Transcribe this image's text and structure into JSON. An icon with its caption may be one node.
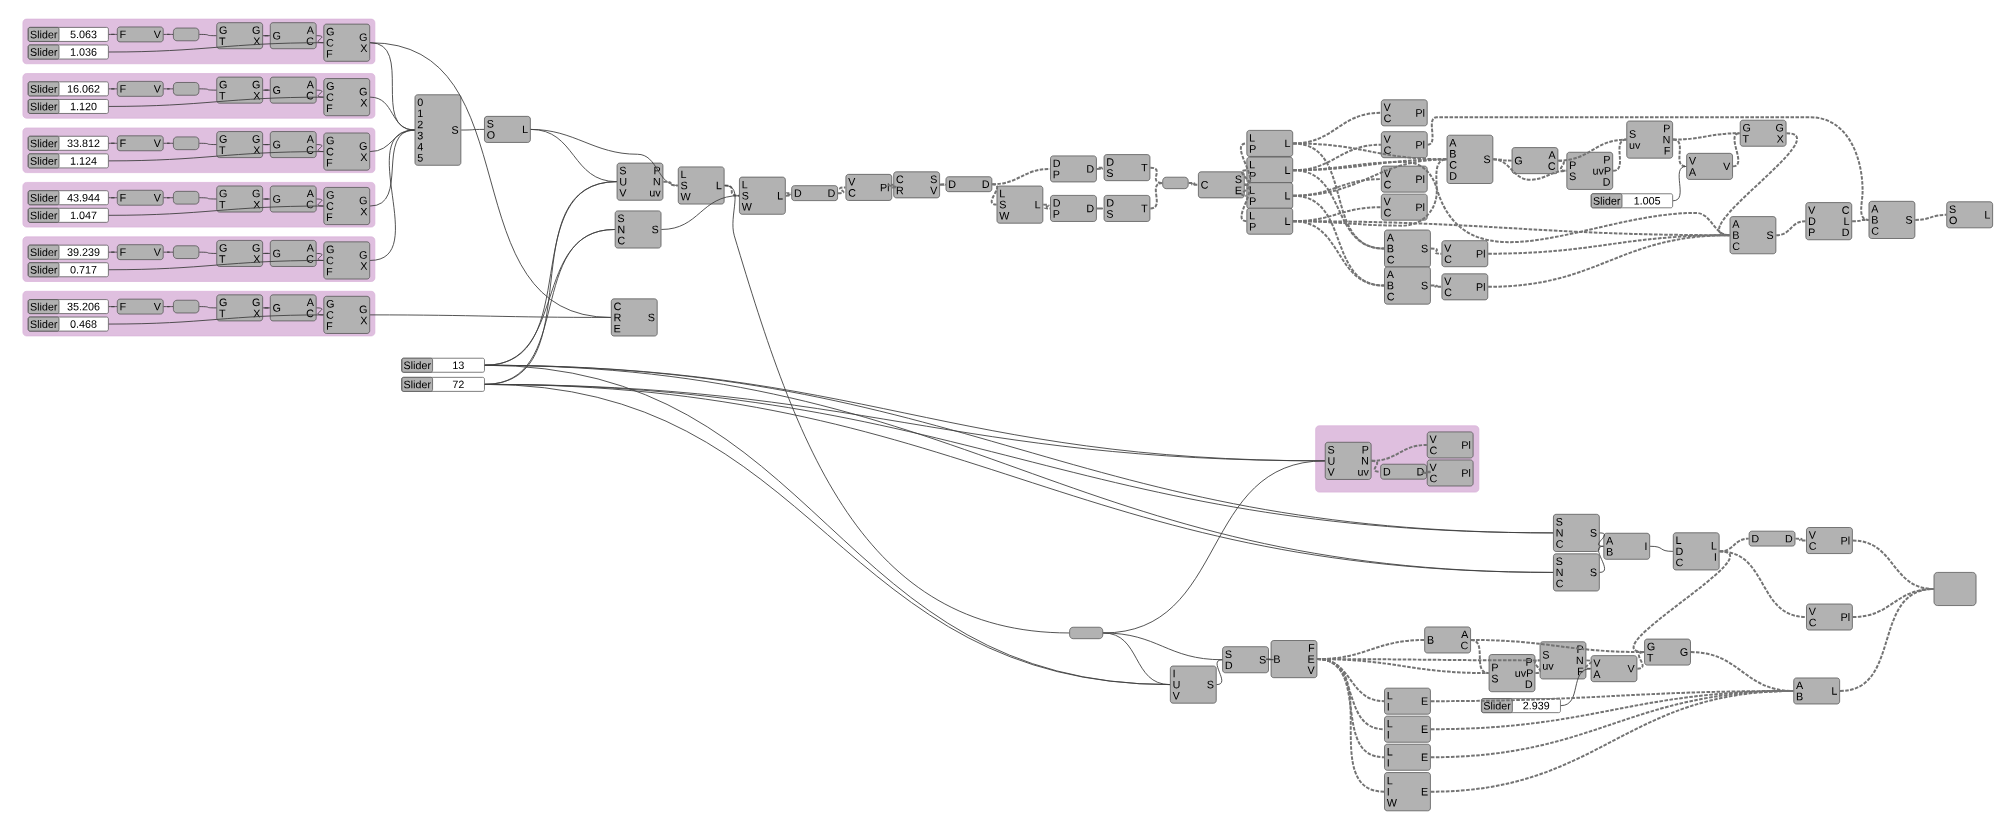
{
  "diagram": {
    "nodes": [
      {
        "text": [],
        "shape": "box"
      },
      {
        "text": [
          "Slider",
          "5.063"
        ],
        "in": 0
      },
      {
        "text": [
          "Slider",
          "1.036"
        ],
        "in": 0
      },
      {
        "text": [
          "F",
          "V"
        ],
        "in": 0
      },
      {
        "text": [],
        "shape": "box",
        "in": 0
      },
      {
        "text": [
          "G T",
          "G X"
        ],
        "in": 0
      },
      {
        "text": [
          "G",
          "A C"
        ],
        "in": 0
      },
      {
        "text": [
          "G C F",
          "G X"
        ],
        "in": 0
      },
      {
        "text": [],
        "shape": "box"
      },
      {
        "text": [
          "Slider",
          "16.062"
        ],
        "in": 8
      },
      {
        "text": [
          "Slider",
          "1.120"
        ],
        "in": 8
      },
      {
        "text": [
          "F",
          "V"
        ],
        "in": 8
      },
      {
        "text": [],
        "shape": "box",
        "in": 8
      },
      {
        "text": [
          "G T",
          "G X"
        ],
        "in": 8
      },
      {
        "text": [
          "G",
          "A C"
        ],
        "in": 8
      },
      {
        "text": [
          "G C F",
          "G X"
        ],
        "in": 8
      },
      {
        "text": [],
        "shape": "box"
      },
      {
        "text": [
          "Slider",
          "33.812"
        ],
        "in": 16
      },
      {
        "text": [
          "Slider",
          "1.124"
        ],
        "in": 16
      },
      {
        "text": [
          "F",
          "V"
        ],
        "in": 16
      },
      {
        "text": [],
        "shape": "box",
        "in": 16
      },
      {
        "text": [
          "G T",
          "G X"
        ],
        "in": 16
      },
      {
        "text": [
          "G",
          "A C"
        ],
        "in": 16
      },
      {
        "text": [
          "G C F",
          "G X"
        ],
        "in": 16
      },
      {
        "text": [],
        "shape": "box"
      },
      {
        "text": [
          "Slider",
          "43.944"
        ],
        "in": 24
      },
      {
        "text": [
          "Slider",
          "1.047"
        ],
        "in": 24
      },
      {
        "text": [
          "F",
          "V"
        ],
        "in": 24
      },
      {
        "text": [],
        "shape": "box",
        "in": 24
      },
      {
        "text": [
          "G T",
          "G X"
        ],
        "in": 24
      },
      {
        "text": [
          "G",
          "A C"
        ],
        "in": 24
      },
      {
        "text": [
          "G C F",
          "G X"
        ],
        "in": 24
      },
      {
        "text": [],
        "shape": "box"
      },
      {
        "text": [
          "Slider",
          "39.239"
        ],
        "in": 32
      },
      {
        "text": [
          "Slider",
          "0.717"
        ],
        "in": 32
      },
      {
        "text": [
          "F",
          "V"
        ],
        "in": 32
      },
      {
        "text": [],
        "shape": "box",
        "in": 32
      },
      {
        "text": [
          "G T",
          "G X"
        ],
        "in": 32
      },
      {
        "text": [
          "G",
          "A C"
        ],
        "in": 32
      },
      {
        "text": [
          "G C F",
          "G X"
        ],
        "in": 32
      },
      {
        "text": [],
        "shape": "box"
      },
      {
        "text": [
          "Slider",
          "35.206"
        ],
        "in": 40
      },
      {
        "text": [
          "Slider",
          "0.468"
        ],
        "in": 40
      },
      {
        "text": [
          "F",
          "V"
        ],
        "in": 40
      },
      {
        "text": [],
        "shape": "box",
        "in": 40
      },
      {
        "text": [
          "G T",
          "G X"
        ],
        "in": 40
      },
      {
        "text": [
          "G",
          "A C"
        ],
        "in": 40
      },
      {
        "text": [
          "G C F",
          "G X"
        ],
        "in": 40
      },
      {
        "text": [
          "0 1 2 3 4 5",
          "S"
        ]
      },
      {
        "text": [
          "S O",
          "L"
        ]
      },
      {
        "text": [
          "S U V",
          "P N uv"
        ]
      },
      {
        "text": [
          "S N C",
          "S"
        ]
      },
      {
        "text": [
          "C R E",
          "S"
        ]
      },
      {
        "text": [
          "L S W",
          "L"
        ]
      },
      {
        "text": [
          "L S W",
          "L"
        ]
      },
      {
        "text": [
          "D",
          "D"
        ]
      },
      {
        "text": [
          "V C",
          "Pl"
        ]
      },
      {
        "text": [
          "C R",
          "S V"
        ]
      },
      {
        "text": [
          "D",
          "D"
        ]
      },
      {
        "text": [
          "L S W",
          "L"
        ]
      },
      {
        "text": [
          "D P",
          "D"
        ]
      },
      {
        "text": [
          "D P",
          "D"
        ]
      },
      {
        "text": [
          "D S",
          "T"
        ]
      },
      {
        "text": [
          "D S",
          "T"
        ]
      },
      {
        "text": [],
        "shape": "box"
      },
      {
        "text": [
          "C",
          "S E"
        ]
      },
      {
        "text": [
          "L P",
          "L"
        ]
      },
      {
        "text": [
          "L P",
          "L"
        ]
      },
      {
        "text": [
          "L P",
          "L"
        ]
      },
      {
        "text": [
          "L P",
          "L"
        ]
      },
      {
        "text": [
          "V C",
          "Pl"
        ]
      },
      {
        "text": [
          "V C",
          "Pl"
        ]
      },
      {
        "text": [
          "V C",
          "Pl"
        ]
      },
      {
        "text": [
          "V C",
          "Pl"
        ]
      },
      {
        "text": [
          "A B C D",
          "S"
        ]
      },
      {
        "text": [
          "G",
          "A C"
        ]
      },
      {
        "text": [
          "P S",
          "P uvP D"
        ]
      },
      {
        "text": [
          "S uv",
          "P N F"
        ]
      },
      {
        "text": [
          "V A",
          "V"
        ]
      },
      {
        "text": [
          "G T",
          "G X"
        ]
      },
      {
        "text": [
          "Slider",
          "1.005"
        ]
      },
      {
        "text": [
          "A B C",
          "S"
        ]
      },
      {
        "text": [
          "V D P",
          "C L D"
        ]
      },
      {
        "text": [
          "A B C",
          "S"
        ]
      },
      {
        "text": [
          "S O",
          "L"
        ]
      },
      {
        "text": [
          "A B C",
          "S"
        ]
      },
      {
        "text": [
          "A B C",
          "S"
        ]
      },
      {
        "text": [
          "V C",
          "Pl"
        ]
      },
      {
        "text": [
          "V C",
          "Pl"
        ]
      },
      {
        "text": [
          "Slider",
          "13"
        ]
      },
      {
        "text": [
          "Slider",
          "72"
        ]
      },
      {
        "text": [],
        "shape": "box"
      },
      {
        "text": [
          "S U V",
          "P N uv"
        ],
        "in": 91
      },
      {
        "text": [
          "D",
          "D"
        ],
        "in": 91
      },
      {
        "text": [
          "V C",
          "Pl"
        ],
        "in": 91
      },
      {
        "text": [
          "V C",
          "Pl"
        ],
        "in": 91
      },
      {
        "text": [
          "S N C",
          "S"
        ]
      },
      {
        "text": [
          "S N C",
          "S"
        ]
      },
      {
        "text": [
          "A B",
          "I"
        ]
      },
      {
        "text": [
          "L D C",
          "L I"
        ]
      },
      {
        "text": [
          "D",
          "D"
        ]
      },
      {
        "text": [
          "V C",
          "Pl"
        ]
      },
      {
        "text": [
          "V C",
          "Pl"
        ]
      },
      {
        "text": [],
        "shape": "box"
      },
      {
        "text": [],
        "shape": "box"
      },
      {
        "text": [
          "I U V",
          "S"
        ]
      },
      {
        "text": [
          "S D",
          "S"
        ]
      },
      {
        "text": [
          "B",
          "F E V"
        ]
      },
      {
        "text": [
          "B",
          "A C"
        ]
      },
      {
        "text": [
          "P S",
          "P uvP D"
        ]
      },
      {
        "text": [
          "S uv",
          "P N F"
        ]
      },
      {
        "text": [
          "V A",
          "V"
        ]
      },
      {
        "text": [
          "G T",
          "G"
        ]
      },
      {
        "text": [
          "Slider",
          "2.939"
        ]
      },
      {
        "text": [
          "L I",
          "E"
        ]
      },
      {
        "text": [
          "L I",
          "E"
        ]
      },
      {
        "text": [
          "L I",
          "E"
        ]
      },
      {
        "text": [
          "L I W",
          "E"
        ]
      },
      {
        "text": [
          "A B",
          "L"
        ]
      }
    ],
    "edges": [
      {
        "from": 1,
        "to": 3,
        "arrow": "none"
      },
      {
        "from": 3,
        "to": 4,
        "arrow": "none"
      },
      {
        "from": 4,
        "to": 5,
        "arrow": "none"
      },
      {
        "from": 5,
        "to": 6,
        "arrow": "none"
      },
      {
        "from": 6,
        "to": 7,
        "arrow": "none"
      },
      {
        "from": 2,
        "to": 7,
        "arrow": "none"
      },
      {
        "from": 9,
        "to": 11,
        "arrow": "none"
      },
      {
        "from": 11,
        "to": 12,
        "arrow": "none"
      },
      {
        "from": 12,
        "to": 13,
        "arrow": "none"
      },
      {
        "from": 13,
        "to": 14,
        "arrow": "none"
      },
      {
        "from": 14,
        "to": 15,
        "arrow": "none"
      },
      {
        "from": 10,
        "to": 15,
        "arrow": "none"
      },
      {
        "from": 17,
        "to": 19,
        "arrow": "none"
      },
      {
        "from": 19,
        "to": 20,
        "arrow": "none"
      },
      {
        "from": 20,
        "to": 21,
        "arrow": "none"
      },
      {
        "from": 21,
        "to": 22,
        "arrow": "none"
      },
      {
        "from": 22,
        "to": 23,
        "arrow": "none"
      },
      {
        "from": 18,
        "to": 23,
        "arrow": "none"
      },
      {
        "from": 25,
        "to": 27,
        "arrow": "none"
      },
      {
        "from": 27,
        "to": 28,
        "arrow": "none"
      },
      {
        "from": 28,
        "to": 29,
        "arrow": "none"
      },
      {
        "from": 29,
        "to": 30,
        "arrow": "none"
      },
      {
        "from": 30,
        "to": 31,
        "arrow": "none"
      },
      {
        "from": 26,
        "to": 31,
        "arrow": "none"
      },
      {
        "from": 33,
        "to": 35,
        "arrow": "none"
      },
      {
        "from": 35,
        "to": 36,
        "arrow": "none"
      },
      {
        "from": 36,
        "to": 37,
        "arrow": "none"
      },
      {
        "from": 37,
        "to": 38,
        "arrow": "none"
      },
      {
        "from": 38,
        "to": 39,
        "arrow": "none"
      },
      {
        "from": 34,
        "to": 39,
        "arrow": "none"
      },
      {
        "from": 41,
        "to": 43,
        "arrow": "none"
      },
      {
        "from": 43,
        "to": 44,
        "arrow": "none"
      },
      {
        "from": 44,
        "to": 45,
        "arrow": "none"
      },
      {
        "from": 45,
        "to": 46,
        "arrow": "none"
      },
      {
        "from": 46,
        "to": 47,
        "arrow": "none"
      },
      {
        "from": 42,
        "to": 47,
        "arrow": "none"
      },
      {
        "from": 7,
        "to": 48,
        "arrow": "none"
      },
      {
        "from": 15,
        "to": 48,
        "arrow": "none"
      },
      {
        "from": 23,
        "to": 48,
        "arrow": "none"
      },
      {
        "from": 31,
        "to": 48,
        "arrow": "none"
      },
      {
        "from": 39,
        "to": 48,
        "arrow": "none"
      },
      {
        "from": 47,
        "to": 52,
        "arrow": "none"
      },
      {
        "from": 7,
        "to": 52,
        "arrow": "none"
      },
      {
        "from": 48,
        "to": 49,
        "arrow": "none"
      },
      {
        "from": 49,
        "to": 50,
        "arrow": "none"
      },
      {
        "from": 49,
        "to": 53,
        "arrow": "none"
      },
      {
        "from": 89,
        "to": 50,
        "arrow": "none"
      },
      {
        "from": 90,
        "to": 50,
        "arrow": "none"
      },
      {
        "from": 89,
        "to": 51,
        "arrow": "none"
      },
      {
        "from": 90,
        "to": 51,
        "arrow": "none"
      },
      {
        "from": 89,
        "to": 92,
        "arrow": "none"
      },
      {
        "from": 90,
        "to": 92,
        "arrow": "none"
      },
      {
        "from": 89,
        "to": 96,
        "arrow": "none"
      },
      {
        "from": 90,
        "to": 96,
        "arrow": "none"
      },
      {
        "from": 89,
        "to": 97,
        "arrow": "none"
      },
      {
        "from": 90,
        "to": 97,
        "arrow": "none"
      },
      {
        "from": 89,
        "to": 105,
        "arrow": "none"
      },
      {
        "from": 90,
        "to": 105,
        "arrow": "none"
      },
      {
        "from": 50,
        "to": 53,
        "arrow": "none",
        "style": "dashed"
      },
      {
        "from": 53,
        "to": 54,
        "arrow": "none",
        "style": "dashed"
      },
      {
        "from": 51,
        "to": 54,
        "arrow": "none"
      },
      {
        "from": 53,
        "to": 104,
        "arrow": "none"
      },
      {
        "from": 104,
        "to": 92,
        "arrow": "none"
      },
      {
        "from": 104,
        "to": 106,
        "arrow": "none"
      },
      {
        "from": 104,
        "to": 105,
        "arrow": "none"
      },
      {
        "from": 105,
        "to": 106,
        "arrow": "none"
      },
      {
        "from": 106,
        "to": 107,
        "arrow": "none"
      },
      {
        "from": 54,
        "to": 55,
        "arrow": "none",
        "style": "dashed"
      },
      {
        "from": 55,
        "to": 56,
        "arrow": "none",
        "style": "dashed"
      },
      {
        "from": 56,
        "to": 57,
        "arrow": "none",
        "style": "dashed"
      },
      {
        "from": 57,
        "to": 58,
        "arrow": "none",
        "style": "dashed"
      },
      {
        "from": 58,
        "to": 60,
        "arrow": "none",
        "style": "dashed"
      },
      {
        "from": 58,
        "to": 59,
        "arrow": "none",
        "style": "dashed"
      },
      {
        "from": 59,
        "to": 61,
        "arrow": "none",
        "style": "dashed"
      },
      {
        "from": 60,
        "to": 62,
        "arrow": "none",
        "style": "dashed"
      },
      {
        "from": 61,
        "to": 63,
        "arrow": "none",
        "style": "dashed"
      },
      {
        "from": 62,
        "to": 64,
        "arrow": "none",
        "style": "dashed"
      },
      {
        "from": 63,
        "to": 64,
        "arrow": "none",
        "style": "dashed"
      },
      {
        "from": 64,
        "to": 65,
        "arrow": "none",
        "style": "dashed"
      },
      {
        "from": 65,
        "to": 66,
        "arrow": "none",
        "style": "dashed"
      },
      {
        "from": 65,
        "to": 67,
        "arrow": "none",
        "style": "dashed"
      },
      {
        "from": 65,
        "to": 68,
        "arrow": "none",
        "style": "dashed"
      },
      {
        "from": 65,
        "to": 69,
        "arrow": "none",
        "style": "dashed"
      },
      {
        "from": 66,
        "to": 70,
        "arrow": "none",
        "style": "dashed"
      },
      {
        "from": 67,
        "to": 71,
        "arrow": "none",
        "style": "dashed"
      },
      {
        "from": 68,
        "to": 72,
        "arrow": "none",
        "style": "dashed"
      },
      {
        "from": 69,
        "to": 73,
        "arrow": "none",
        "style": "dashed"
      },
      {
        "from": 66,
        "to": 74,
        "arrow": "none",
        "style": "dashed"
      },
      {
        "from": 67,
        "to": 74,
        "arrow": "none",
        "style": "dashed"
      },
      {
        "from": 68,
        "to": 74,
        "arrow": "none",
        "style": "dashed"
      },
      {
        "from": 69,
        "to": 74,
        "arrow": "none",
        "style": "dashed"
      },
      {
        "from": 66,
        "to": 85,
        "arrow": "none",
        "style": "dashed"
      },
      {
        "from": 67,
        "to": 85,
        "arrow": "none",
        "style": "dashed"
      },
      {
        "from": 68,
        "to": 86,
        "arrow": "none",
        "style": "dashed"
      },
      {
        "from": 69,
        "to": 86,
        "arrow": "none",
        "style": "dashed"
      },
      {
        "from": 69,
        "to": 81,
        "arrow": "none",
        "style": "dashed"
      },
      {
        "from": 67,
        "to": 81,
        "arrow": "none",
        "style": "dashed"
      },
      {
        "from": 74,
        "to": 75,
        "arrow": "none",
        "style": "dashed"
      },
      {
        "from": 74,
        "to": 76,
        "arrow": "none",
        "style": "dashed"
      },
      {
        "from": 75,
        "to": 76,
        "arrow": "none",
        "style": "dashed"
      },
      {
        "from": 75,
        "to": 77,
        "arrow": "none",
        "style": "dashed"
      },
      {
        "from": 76,
        "to": 77,
        "arrow": "none",
        "style": "dashed"
      },
      {
        "from": 77,
        "to": 78,
        "arrow": "none",
        "style": "dashed"
      },
      {
        "from": 80,
        "to": 78,
        "arrow": "none"
      },
      {
        "from": 78,
        "to": 79,
        "arrow": "none",
        "style": "dashed"
      },
      {
        "from": 77,
        "to": 79,
        "arrow": "none",
        "style": "dashed"
      },
      {
        "from": 79,
        "to": 81,
        "arrow": "none",
        "style": "dashed"
      },
      {
        "from": 85,
        "to": 87,
        "arrow": "none",
        "style": "dashed"
      },
      {
        "from": 86,
        "to": 88,
        "arrow": "none",
        "style": "dashed"
      },
      {
        "from": 87,
        "to": 81,
        "arrow": "none",
        "style": "dashed"
      },
      {
        "from": 88,
        "to": 81,
        "arrow": "none",
        "style": "dashed"
      },
      {
        "from": 81,
        "to": 82,
        "arrow": "none",
        "style": "dashed"
      },
      {
        "from": 82,
        "to": 83,
        "arrow": "none",
        "style": "dashed"
      },
      {
        "from": 71,
        "to": 83,
        "arrow": "none",
        "style": "dashed"
      },
      {
        "from": 83,
        "to": 84,
        "arrow": "none",
        "style": "dashed"
      },
      {
        "from": 92,
        "to": 94,
        "arrow": "none",
        "style": "dashed"
      },
      {
        "from": 92,
        "to": 93,
        "arrow": "none",
        "style": "dashed"
      },
      {
        "from": 93,
        "to": 95,
        "arrow": "none",
        "style": "dashed"
      },
      {
        "from": 96,
        "to": 98,
        "arrow": "none"
      },
      {
        "from": 97,
        "to": 98,
        "arrow": "none"
      },
      {
        "from": 98,
        "to": 99,
        "arrow": "none"
      },
      {
        "from": 99,
        "to": 100,
        "arrow": "none",
        "style": "dashed"
      },
      {
        "from": 100,
        "to": 101,
        "arrow": "none",
        "style": "dashed"
      },
      {
        "from": 99,
        "to": 102,
        "arrow": "none",
        "style": "dashed"
      },
      {
        "from": 101,
        "to": 103,
        "arrow": "none",
        "style": "dashed"
      },
      {
        "from": 102,
        "to": 103,
        "arrow": "none",
        "style": "dashed"
      },
      {
        "from": 99,
        "to": 112,
        "arrow": "none",
        "style": "dashed"
      },
      {
        "from": 107,
        "to": 108,
        "arrow": "none",
        "style": "dashed"
      },
      {
        "from": 107,
        "to": 109,
        "arrow": "none",
        "style": "dashed"
      },
      {
        "from": 107,
        "to": 110,
        "arrow": "none",
        "style": "dashed"
      },
      {
        "from": 108,
        "to": 109,
        "arrow": "none",
        "style": "dashed"
      },
      {
        "from": 108,
        "to": 112,
        "arrow": "none",
        "style": "dashed"
      },
      {
        "from": 109,
        "to": 110,
        "arrow": "none",
        "style": "dashed"
      },
      {
        "from": 110,
        "to": 111,
        "arrow": "none",
        "style": "dashed"
      },
      {
        "from": 113,
        "to": 111,
        "arrow": "none"
      },
      {
        "from": 111,
        "to": 112,
        "arrow": "none",
        "style": "dashed"
      },
      {
        "from": 112,
        "to": 118,
        "arrow": "none",
        "style": "dashed"
      },
      {
        "from": 107,
        "to": 114,
        "arrow": "none",
        "style": "dashed"
      },
      {
        "from": 107,
        "to": 115,
        "arrow": "none",
        "style": "dashed"
      },
      {
        "from": 107,
        "to": 116,
        "arrow": "none",
        "style": "dashed"
      },
      {
        "from": 107,
        "to": 117,
        "arrow": "none",
        "style": "dashed"
      },
      {
        "from": 114,
        "to": 118,
        "arrow": "none",
        "style": "dashed"
      },
      {
        "from": 115,
        "to": 118,
        "arrow": "none",
        "style": "dashed"
      },
      {
        "from": 116,
        "to": 118,
        "arrow": "none",
        "style": "dashed"
      },
      {
        "from": 117,
        "to": 118,
        "arrow": "none",
        "style": "dashed"
      },
      {
        "from": 118,
        "to": 103,
        "arrow": "none",
        "style": "dashed"
      }
    ]
  }
}
